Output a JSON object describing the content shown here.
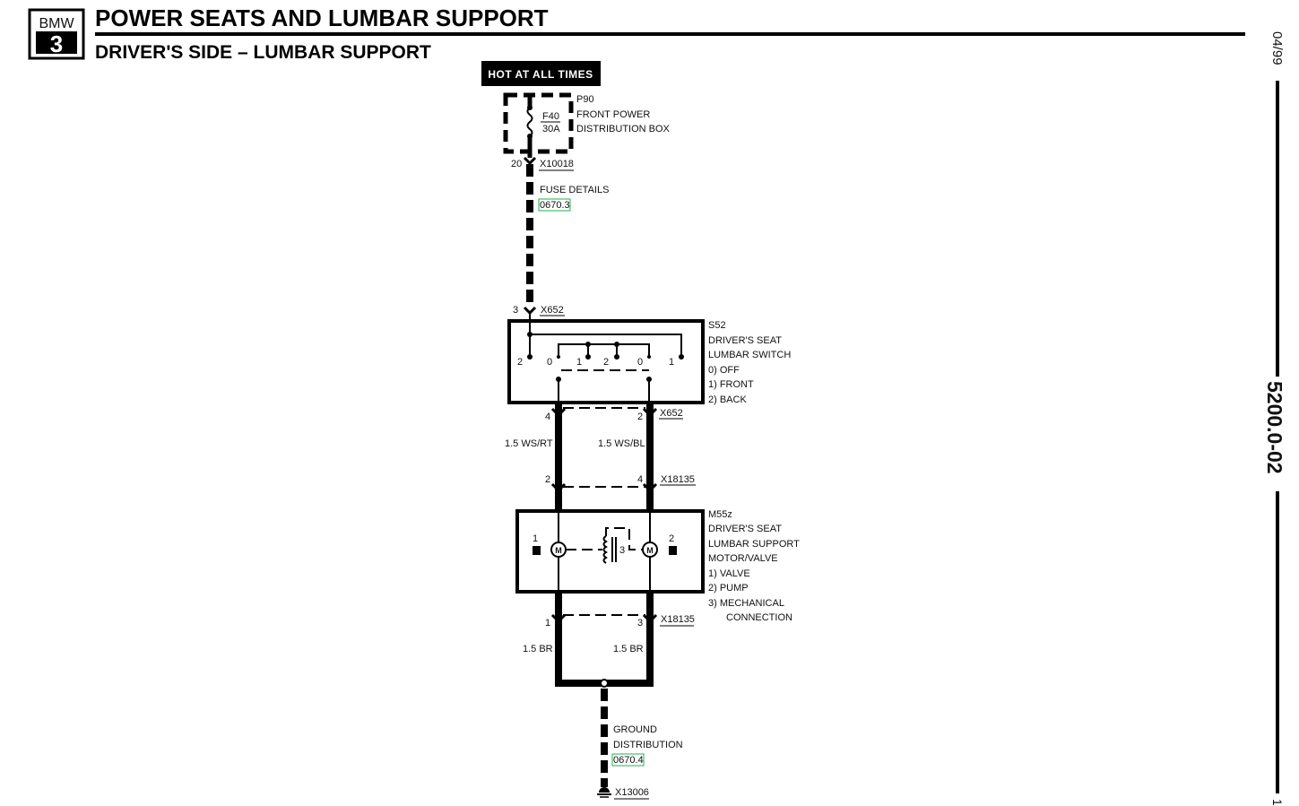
{
  "header": {
    "logo_brand": "BMW",
    "logo_series": "3",
    "title": "POWER SEATS AND LUMBAR SUPPORT",
    "subtitle": "DRIVER'S SIDE – LUMBAR SUPPORT"
  },
  "margin": {
    "date": "04/99",
    "doc_number": "5200.0-02",
    "page": "1"
  },
  "power": {
    "label": "HOT AT ALL TIMES",
    "component_id": "P90",
    "component_name_1": "FRONT POWER",
    "component_name_2": "DISTRIBUTION BOX",
    "fuse_id": "F40",
    "fuse_rating": "30A",
    "connector_pin": "20",
    "connector_id": "X10018",
    "fuse_details_label": "FUSE DETAILS",
    "fuse_details_link": "0670.3"
  },
  "switch": {
    "input_pin": "3",
    "input_connector": "X652",
    "component_id": "S52",
    "name_1": "DRIVER'S SEAT",
    "name_2": "LUMBAR SWITCH",
    "states": [
      "0)   OFF",
      "1)   FRONT",
      "2)   BACK"
    ],
    "contact_labels": [
      "2",
      "0",
      "1",
      "2",
      "0",
      "1"
    ],
    "out_pin_left": "4",
    "out_pin_right": "2",
    "out_connector": "X652"
  },
  "wires": {
    "left_upper": "1.5 WS/RT",
    "right_upper": "1.5 WS/BL",
    "left_lower": "1.5 BR",
    "right_lower": "1.5 BR"
  },
  "motor": {
    "in_pin_left": "2",
    "in_pin_right": "4",
    "in_connector": "X18135",
    "component_id": "M55z",
    "name_1": "DRIVER'S SEAT",
    "name_2": "LUMBAR SUPPORT",
    "name_3": "MOTOR/VALVE",
    "legend": [
      "1)   VALVE",
      "2)   PUMP",
      "3)   MECHANICAL",
      "CONNECTION"
    ],
    "label_1": "1",
    "label_2": "2",
    "label_3": "3",
    "motor_glyph": "M",
    "out_pin_left": "1",
    "out_pin_right": "3",
    "out_connector": "X18135"
  },
  "ground": {
    "label_1": "GROUND",
    "label_2": "DISTRIBUTION",
    "link": "0670.4",
    "connector_id": "X13006"
  }
}
